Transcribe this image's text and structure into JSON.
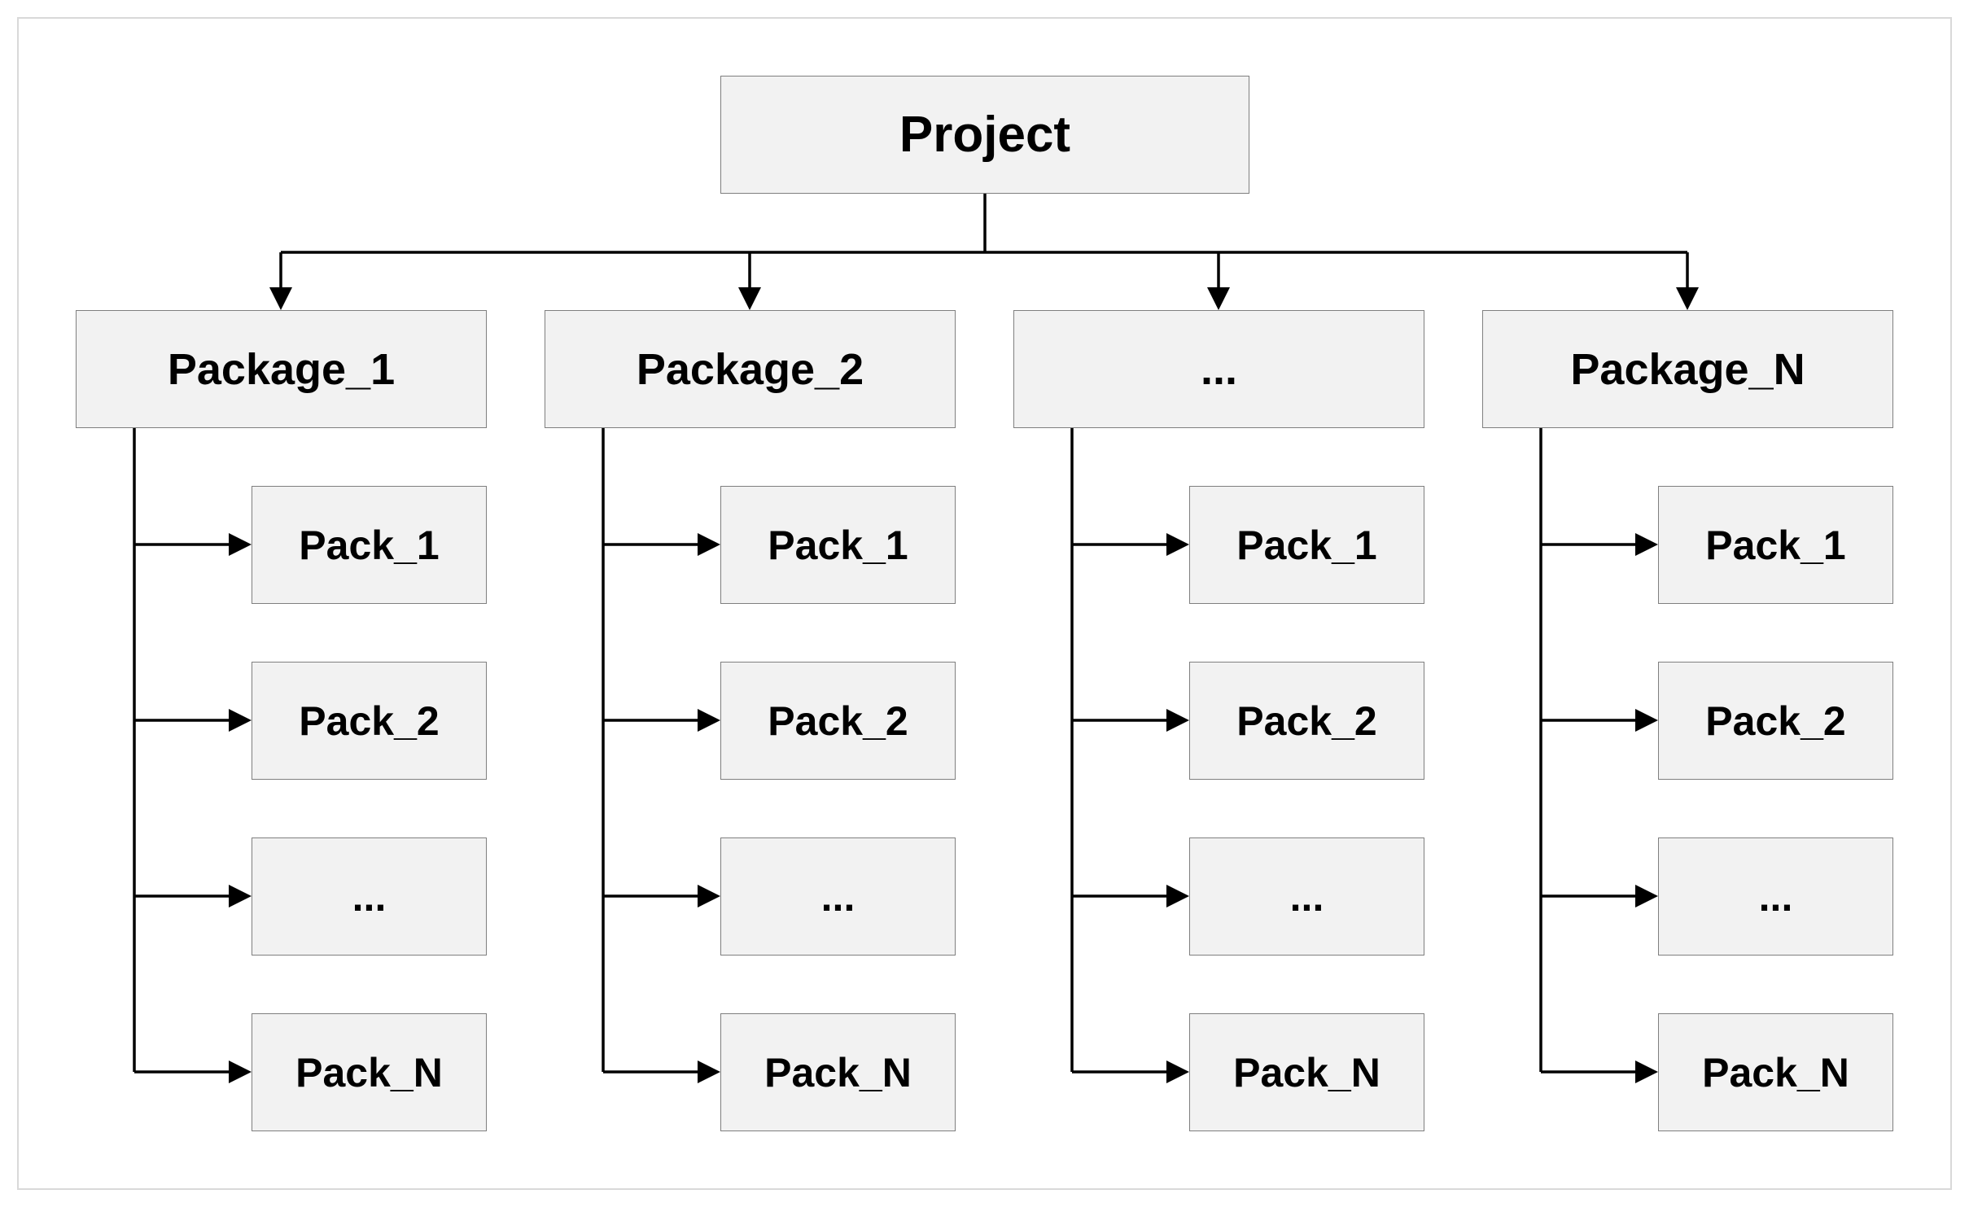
{
  "diagram": {
    "root": {
      "label": "Project"
    },
    "packages": [
      {
        "label": "Package_1",
        "children": [
          "Pack_1",
          "Pack_2",
          "...",
          "Pack_N"
        ]
      },
      {
        "label": "Package_2",
        "children": [
          "Pack_1",
          "Pack_2",
          "...",
          "Pack_N"
        ]
      },
      {
        "label": "...",
        "children": [
          "Pack_1",
          "Pack_2",
          "...",
          "Pack_N"
        ]
      },
      {
        "label": "Package_N",
        "children": [
          "Pack_1",
          "Pack_2",
          "...",
          "Pack_N"
        ]
      }
    ],
    "colors": {
      "box_fill": "#f2f2f2",
      "box_border": "#7f7f7f",
      "connector": "#000000",
      "frame": "#d9d9d9"
    }
  }
}
